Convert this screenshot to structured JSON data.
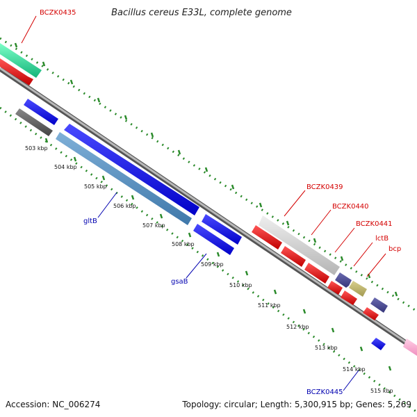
{
  "title": "Bacillus cereus E33L, complete genome",
  "footer": {
    "accession": "Accession: NC_006274",
    "summary": "Topology: circular; Length: 5,300,915 bp; Genes: 5,269"
  },
  "colors": {
    "red_label": "#d40000",
    "blue_label": "#0000b0",
    "tick_green": "#2a8a2a",
    "backbone": "#8a8a8a"
  },
  "kbp_labels": [
    "503 kbp",
    "504 kbp",
    "505 kbp",
    "506 kbp",
    "507 kbp",
    "508 kbp",
    "509 kbp",
    "510 kbp",
    "511 kbp",
    "512 kbp",
    "513 kbp",
    "514 kbp",
    "515 kbp"
  ],
  "gene_labels": {
    "BCZK0435": "BCZK0435",
    "BCZK0439": "BCZK0439",
    "BCZK0440": "BCZK0440",
    "BCZK0441": "BCZK0441",
    "lctB": "lctB",
    "bcp": "bcp",
    "gltB": "gltB",
    "gsaB": "gsaB",
    "BCZK0445": "BCZK0445"
  }
}
